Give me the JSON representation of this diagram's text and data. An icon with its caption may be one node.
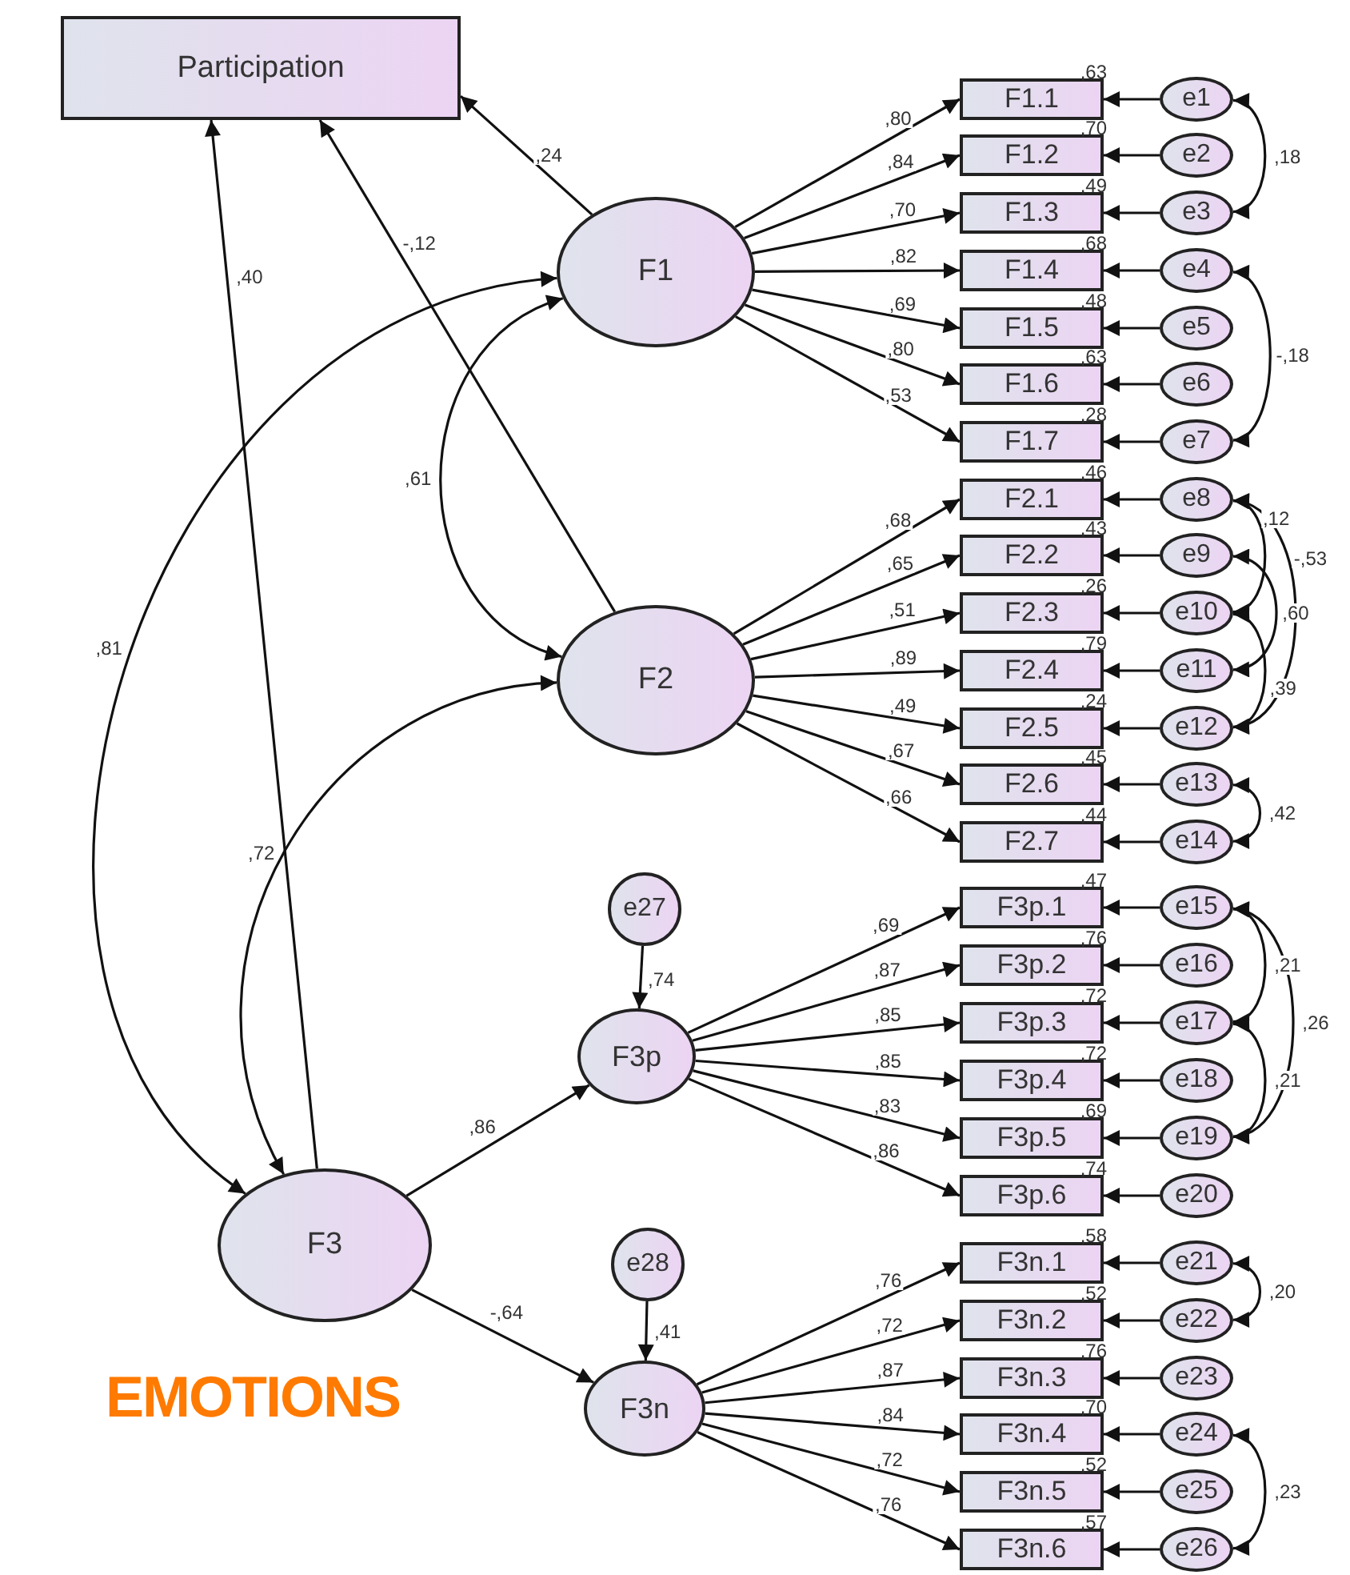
{
  "diagram": {
    "nodes": [
      {
        "text": [
          "Participation"
        ]
      },
      {
        "text": [
          "F1"
        ]
      },
      {
        "text": [
          "F2"
        ]
      },
      {
        "text": [
          "e27"
        ]
      },
      {
        "text": [
          "F3p"
        ],
        "beside": [
          ",74"
        ]
      },
      {
        "text": [
          "F3"
        ]
      },
      {
        "text": [
          "e28"
        ]
      },
      {
        "text": [
          "F3n"
        ],
        "beside": [
          ",41"
        ]
      },
      {
        "text": [
          "F1.1"
        ],
        "beside": [
          ",63"
        ]
      },
      {
        "text": [
          "F1.2"
        ],
        "beside": [
          ",70"
        ]
      },
      {
        "text": [
          "F1.3"
        ],
        "beside": [
          ",49"
        ]
      },
      {
        "text": [
          "F1.4"
        ],
        "beside": [
          ",68"
        ]
      },
      {
        "text": [
          "F1.5"
        ],
        "beside": [
          ",48"
        ]
      },
      {
        "text": [
          "F1.6"
        ],
        "beside": [
          ",63"
        ]
      },
      {
        "text": [
          "F1.7"
        ],
        "beside": [
          ",28"
        ]
      },
      {
        "text": [
          "F2.1"
        ],
        "beside": [
          ",46"
        ]
      },
      {
        "text": [
          "F2.2"
        ],
        "beside": [
          ",43"
        ]
      },
      {
        "text": [
          "F2.3"
        ],
        "beside": [
          ",26"
        ]
      },
      {
        "text": [
          "F2.4"
        ],
        "beside": [
          ",79"
        ]
      },
      {
        "text": [
          "F2.5"
        ],
        "beside": [
          ",24"
        ]
      },
      {
        "text": [
          "F2.6"
        ],
        "beside": [
          ",45"
        ]
      },
      {
        "text": [
          "F2.7"
        ],
        "beside": [
          ",44"
        ]
      },
      {
        "text": [
          "F3p.1"
        ],
        "beside": [
          ",47"
        ]
      },
      {
        "text": [
          "F3p.2"
        ],
        "beside": [
          ",76"
        ]
      },
      {
        "text": [
          "F3p.3"
        ],
        "beside": [
          ",72"
        ]
      },
      {
        "text": [
          "F3p.4"
        ],
        "beside": [
          ",72"
        ]
      },
      {
        "text": [
          "F3p.5"
        ],
        "beside": [
          ",69"
        ]
      },
      {
        "text": [
          "F3p.6"
        ],
        "beside": [
          ",74"
        ]
      },
      {
        "text": [
          "F3n.1"
        ],
        "beside": [
          ",58"
        ]
      },
      {
        "text": [
          "F3n.2"
        ],
        "beside": [
          ",52"
        ]
      },
      {
        "text": [
          "F3n.3"
        ],
        "beside": [
          ",76"
        ]
      },
      {
        "text": [
          "F3n.4"
        ],
        "beside": [
          ",70"
        ]
      },
      {
        "text": [
          "F3n.5"
        ],
        "beside": [
          ",52"
        ]
      },
      {
        "text": [
          "F3n.6"
        ],
        "beside": [
          ",57"
        ]
      },
      {
        "text": [
          "e1"
        ]
      },
      {
        "text": [
          "e2"
        ]
      },
      {
        "text": [
          "e3"
        ]
      },
      {
        "text": [
          "e4"
        ]
      },
      {
        "text": [
          "e5"
        ]
      },
      {
        "text": [
          "e6"
        ]
      },
      {
        "text": [
          "e7"
        ]
      },
      {
        "text": [
          "e8"
        ]
      },
      {
        "text": [
          "e9"
        ]
      },
      {
        "text": [
          "e10"
        ]
      },
      {
        "text": [
          "e11"
        ]
      },
      {
        "text": [
          "e12"
        ]
      },
      {
        "text": [
          "e13"
        ]
      },
      {
        "text": [
          "e14"
        ]
      },
      {
        "text": [
          "e15"
        ]
      },
      {
        "text": [
          "e16"
        ]
      },
      {
        "text": [
          "e17"
        ]
      },
      {
        "text": [
          "e18"
        ]
      },
      {
        "text": [
          "e19"
        ]
      },
      {
        "text": [
          "e20"
        ]
      },
      {
        "text": [
          "e21"
        ]
      },
      {
        "text": [
          "e22"
        ]
      },
      {
        "text": [
          "e23"
        ]
      },
      {
        "text": [
          "e24"
        ]
      },
      {
        "text": [
          "e25"
        ]
      },
      {
        "text": [
          "e26"
        ]
      }
    ],
    "edges": [
      {
        "from": 1,
        "to": 0,
        "arrow": "to",
        "label": ",24"
      },
      {
        "from": 2,
        "to": 0,
        "arrow": "to",
        "label": "-,12"
      },
      {
        "from": 5,
        "to": 0,
        "arrow": "to",
        "label": ",40"
      },
      {
        "from": 1,
        "to": 2,
        "arrow": "both",
        "label": ",61"
      },
      {
        "from": 1,
        "to": 5,
        "arrow": "both",
        "label": ",81"
      },
      {
        "from": 2,
        "to": 5,
        "arrow": "both",
        "label": ",72"
      },
      {
        "from": 5,
        "to": 4,
        "arrow": "to",
        "label": ",86"
      },
      {
        "from": 5,
        "to": 7,
        "arrow": "to",
        "label": "-,64"
      },
      {
        "from": 3,
        "to": 4,
        "arrow": "to"
      },
      {
        "from": 6,
        "to": 7,
        "arrow": "to"
      },
      {
        "from": 1,
        "to": 8,
        "arrow": "to",
        "label": ",80"
      },
      {
        "from": 1,
        "to": 9,
        "arrow": "to",
        "label": ",84"
      },
      {
        "from": 1,
        "to": 10,
        "arrow": "to",
        "label": ",70"
      },
      {
        "from": 1,
        "to": 11,
        "arrow": "to",
        "label": ",82"
      },
      {
        "from": 1,
        "to": 12,
        "arrow": "to",
        "label": ",69"
      },
      {
        "from": 1,
        "to": 13,
        "arrow": "to",
        "label": ",80"
      },
      {
        "from": 1,
        "to": 14,
        "arrow": "to",
        "label": ",53"
      },
      {
        "from": 2,
        "to": 15,
        "arrow": "to",
        "label": ",68"
      },
      {
        "from": 2,
        "to": 16,
        "arrow": "to",
        "label": ",65"
      },
      {
        "from": 2,
        "to": 17,
        "arrow": "to",
        "label": ",51"
      },
      {
        "from": 2,
        "to": 18,
        "arrow": "to",
        "label": ",89"
      },
      {
        "from": 2,
        "to": 19,
        "arrow": "to",
        "label": ",49"
      },
      {
        "from": 2,
        "to": 20,
        "arrow": "to",
        "label": ",67"
      },
      {
        "from": 2,
        "to": 21,
        "arrow": "to",
        "label": ",66"
      },
      {
        "from": 4,
        "to": 22,
        "arrow": "to",
        "label": ",69"
      },
      {
        "from": 4,
        "to": 23,
        "arrow": "to",
        "label": ",87"
      },
      {
        "from": 4,
        "to": 24,
        "arrow": "to",
        "label": ",85"
      },
      {
        "from": 4,
        "to": 25,
        "arrow": "to",
        "label": ",85"
      },
      {
        "from": 4,
        "to": 26,
        "arrow": "to",
        "label": ",83"
      },
      {
        "from": 4,
        "to": 27,
        "arrow": "to",
        "label": ",86"
      },
      {
        "from": 7,
        "to": 28,
        "arrow": "to",
        "label": ",76"
      },
      {
        "from": 7,
        "to": 29,
        "arrow": "to",
        "label": ",72"
      },
      {
        "from": 7,
        "to": 30,
        "arrow": "to",
        "label": ",87"
      },
      {
        "from": 7,
        "to": 31,
        "arrow": "to",
        "label": ",84"
      },
      {
        "from": 7,
        "to": 32,
        "arrow": "to",
        "label": ",72"
      },
      {
        "from": 7,
        "to": 33,
        "arrow": "to",
        "label": ",76"
      },
      {
        "from": 34,
        "to": 8,
        "arrow": "to"
      },
      {
        "from": 35,
        "to": 9,
        "arrow": "to"
      },
      {
        "from": 36,
        "to": 10,
        "arrow": "to"
      },
      {
        "from": 37,
        "to": 11,
        "arrow": "to"
      },
      {
        "from": 38,
        "to": 12,
        "arrow": "to"
      },
      {
        "from": 39,
        "to": 13,
        "arrow": "to"
      },
      {
        "from": 40,
        "to": 14,
        "arrow": "to"
      },
      {
        "from": 41,
        "to": 15,
        "arrow": "to"
      },
      {
        "from": 42,
        "to": 16,
        "arrow": "to"
      },
      {
        "from": 43,
        "to": 17,
        "arrow": "to"
      },
      {
        "from": 44,
        "to": 18,
        "arrow": "to"
      },
      {
        "from": 45,
        "to": 19,
        "arrow": "to"
      },
      {
        "from": 46,
        "to": 20,
        "arrow": "to"
      },
      {
        "from": 47,
        "to": 21,
        "arrow": "to"
      },
      {
        "from": 48,
        "to": 22,
        "arrow": "to"
      },
      {
        "from": 49,
        "to": 23,
        "arrow": "to"
      },
      {
        "from": 50,
        "to": 24,
        "arrow": "to"
      },
      {
        "from": 51,
        "to": 25,
        "arrow": "to"
      },
      {
        "from": 52,
        "to": 26,
        "arrow": "to"
      },
      {
        "from": 53,
        "to": 27,
        "arrow": "to"
      },
      {
        "from": 54,
        "to": 28,
        "arrow": "to"
      },
      {
        "from": 55,
        "to": 29,
        "arrow": "to"
      },
      {
        "from": 56,
        "to": 30,
        "arrow": "to"
      },
      {
        "from": 57,
        "to": 31,
        "arrow": "to"
      },
      {
        "from": 58,
        "to": 32,
        "arrow": "to"
      },
      {
        "from": 59,
        "to": 33,
        "arrow": "to"
      },
      {
        "from": 34,
        "to": 36,
        "arrow": "both",
        "label": ",18"
      },
      {
        "from": 37,
        "to": 40,
        "arrow": "both",
        "label": "-,18"
      },
      {
        "from": 41,
        "to": 43,
        "arrow": "both",
        "label": ",12"
      },
      {
        "from": 41,
        "to": 45,
        "arrow": "both",
        "label": "-,53"
      },
      {
        "from": 42,
        "to": 44,
        "arrow": "both",
        "label": ",60"
      },
      {
        "from": 43,
        "to": 45,
        "arrow": "both",
        "label": ",39"
      },
      {
        "from": 46,
        "to": 47,
        "arrow": "both",
        "label": ",42"
      },
      {
        "from": 48,
        "to": 50,
        "arrow": "both",
        "label": ",21"
      },
      {
        "from": 50,
        "to": 52,
        "arrow": "both",
        "label": ",21"
      },
      {
        "from": 48,
        "to": 52,
        "arrow": "both",
        "label": ",26"
      },
      {
        "from": 54,
        "to": 55,
        "arrow": "both",
        "label": ",20"
      },
      {
        "from": 57,
        "to": 59,
        "arrow": "both",
        "label": ",23"
      }
    ],
    "labels": [
      "EMOTIONS"
    ]
  }
}
